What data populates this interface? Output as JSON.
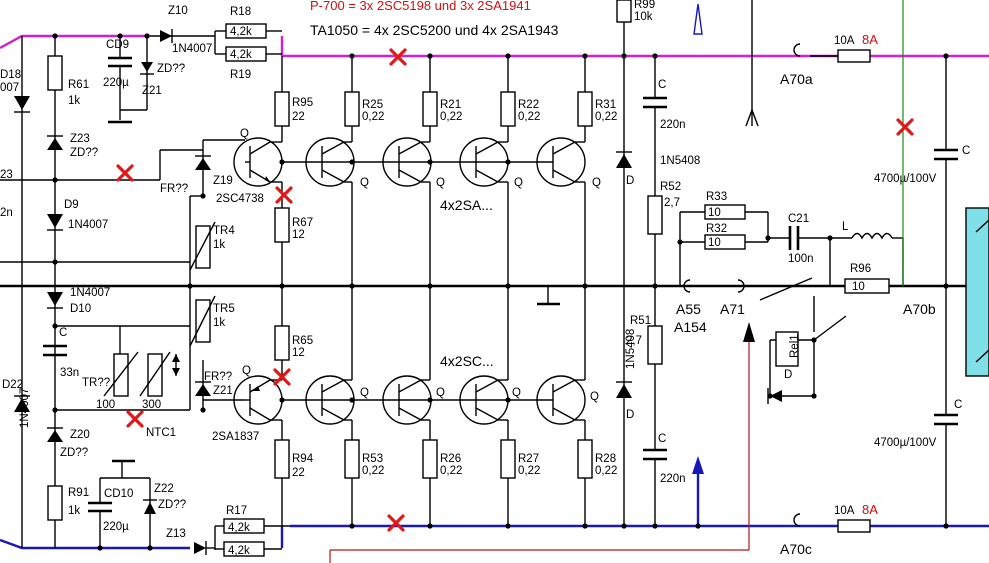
{
  "header": {
    "line1": "P-700 = 3x 2SC5198 und 3x 2SA1941",
    "line2": "TA1050 = 4x 2SC5200 und 4x 2SA1943"
  },
  "colors": {
    "positive_rail": "#d020d0",
    "negative_rail": "#1818b8",
    "cross_mark": "#e01818",
    "output_block": "#7fe0e8"
  },
  "labels": {
    "z10": "Z10",
    "n4007": "1N4007",
    "r18": "R18",
    "r18v": "4,2k",
    "r19": "R19",
    "r19v": "4,2k",
    "cd9": "CD9",
    "cd9v": "220µ",
    "zd_top": "ZD??",
    "z21t": "Z21",
    "r99": "R99",
    "r99v": "10k",
    "d18": "D18",
    "d18v": "007",
    "r61": "R61",
    "r61v": "1k",
    "z23": "Z23",
    "zd23": "ZD??",
    "l23": "23",
    "l2n": "2n",
    "d9": "D9",
    "d9v": "1N4007",
    "d10v": "1N4007",
    "d10": "D10",
    "c_left": "C",
    "c33": "33n",
    "d22": "D22",
    "d22v": "1N4007",
    "z20": "Z20",
    "zd20": "ZD??",
    "r91": "R91",
    "r91v": "1k",
    "cd10": "CD10",
    "cd10v": "220µ",
    "z22": "Z22",
    "zd22": "ZD??",
    "z13": "Z13",
    "r17": "R17",
    "r17v": "4,2k",
    "r17v2": "4,2k",
    "q_top": "Q",
    "fr_top": "FR??",
    "z19": "Z19",
    "t_top": "2SC4738",
    "r95": "R95",
    "r95v": "22",
    "r67": "R67",
    "r67v": "12",
    "tr4": "TR4",
    "tr4v": "1k",
    "tr5": "TR5",
    "tr5v": "1k",
    "r65": "R65",
    "r65v": "12",
    "q_bot": "Q",
    "fr_bot": "FR??",
    "z21b": "Z21",
    "t_bot": "2SA1837",
    "r94": "R94",
    "r94v": "22",
    "tr_q": "TR??",
    "tr_100": "100",
    "tr_300": "300",
    "ntc": "NTC1",
    "r25": "R25",
    "r25v": "0,22",
    "r21": "R21",
    "r21v": "0,22",
    "r22": "R22",
    "r22v": "0,22",
    "r31": "R31",
    "r31v": "0,22",
    "qa": "Q",
    "qb": "Q",
    "qc": "Q",
    "qd": "Q",
    "top_group": "4x2SA...",
    "bot_group": "4x2SC...",
    "r53": "R53",
    "r53v": "0,22",
    "r26": "R26",
    "r26v": "0,22",
    "r27": "R27",
    "r27v": "0,22",
    "r28": "R28",
    "r28v": "0,22",
    "c_t": "C",
    "c_tv": "220n",
    "d_t": "D",
    "n5408t": "1N5408",
    "r52": "R52",
    "r52v": "2,7",
    "r51": "R51",
    "r51v": "2,7",
    "n5408b": "1N5408",
    "d_b": "D",
    "c_b": "C",
    "c_bv": "220n",
    "a55": "A55",
    "a154": "A154",
    "a71": "A71",
    "r33": "R33",
    "r33v": "10",
    "r32": "R32",
    "r32v": "10",
    "c21": "C21",
    "c21v": "100n",
    "l": "L",
    "r96": "R96",
    "r96v": "10",
    "a70b": "A70b",
    "rel1": "Rel1",
    "d_rel": "D",
    "f_top": "10A",
    "f_top_r": "8A",
    "a70a": "A70a",
    "c_big_t": "C",
    "c_big_tv": "4700µ/100V",
    "c_big_b": "C",
    "c_big_bv": "4700µ/100V",
    "f_bot": "10A",
    "f_bot_r": "8A",
    "a70c": "A70c"
  }
}
